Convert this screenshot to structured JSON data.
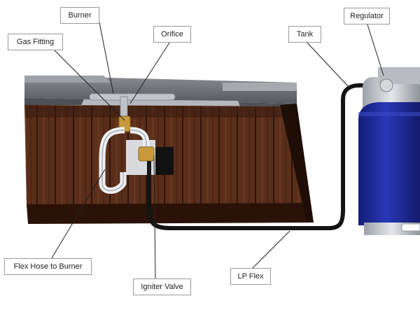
{
  "diagram": {
    "labels": {
      "burner": "Burner",
      "gas_fitting": "Gas Fitting",
      "orifice": "Orifice",
      "tank": "Tank",
      "regulator": "Regulator",
      "flex_hose": "Flex Hose to Burner",
      "igniter_valve": "Igniter Valve",
      "lp_flex": "LP Flex"
    },
    "colors": {
      "background": "#ffffff",
      "wood": "#5a2e1a",
      "wood_dark": "#3b1c10",
      "cap": "#6b6e74",
      "tank_blue": "#1f2a9e",
      "steel": "#c9ccd2",
      "hose": "#1a1a1a",
      "brass": "#c89a3c"
    }
  }
}
